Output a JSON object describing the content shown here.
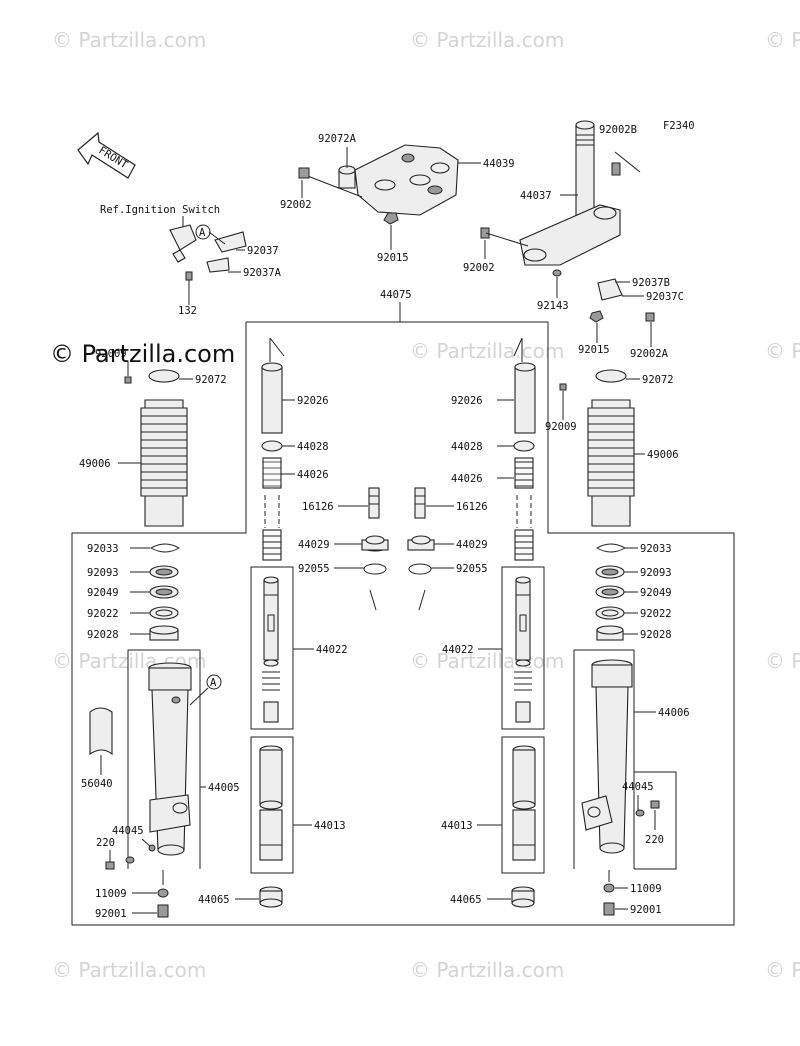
{
  "diagram_code": "F2340",
  "front_label": "FRONT",
  "ref_text": "Ref.Ignition Switch",
  "callout_letter": "A",
  "watermark": "© Partzilla.com",
  "colors": {
    "line": "#222222",
    "watermark": "#d4d4d4",
    "part_fill": "#eeeeee",
    "part_dark": "#9a9a9a"
  },
  "parts": {
    "p92072A": "92072A",
    "p44039": "44039",
    "p92002_top": "92002",
    "p92015_top": "92015",
    "p92002B": "92002B",
    "p44037": "44037",
    "p92002_right": "92002",
    "p92037B": "92037B",
    "p92037C": "92037C",
    "p92143": "92143",
    "p92015_right": "92015",
    "p92002A": "92002A",
    "p92037": "92037",
    "p92037A": "92037A",
    "p132": "132",
    "p44075": "44075",
    "p92009_l": "92009",
    "p92072_l": "92072",
    "p49006_l": "49006",
    "p92009_r": "92009",
    "p92072_r": "92072",
    "p49006_r": "49006",
    "p92026_l": "92026",
    "p44028_l": "44028",
    "p44026_l": "44026",
    "p92026_r": "92026",
    "p44028_r": "44028",
    "p44026_r": "44026",
    "p16126_l": "16126",
    "p16126_r": "16126",
    "p44029_l": "44029",
    "p44029_r": "44029",
    "p92055_l": "92055",
    "p92055_r": "92055",
    "p92033_l": "92033",
    "p92093_l": "92093",
    "p92049_l": "92049",
    "p92022_l": "92022",
    "p92028_l": "92028",
    "p92033_r": "92033",
    "p92093_r": "92093",
    "p92049_r": "92049",
    "p92022_r": "92022",
    "p92028_r": "92028",
    "p44022_l": "44022",
    "p44022_r": "44022",
    "p56040": "56040",
    "p44005": "44005",
    "p44045_l": "44045",
    "p220_l": "220",
    "p44006": "44006",
    "p44045_r": "44045",
    "p220_r": "220",
    "p44013_l": "44013",
    "p44013_r": "44013",
    "p44065_l": "44065",
    "p44065_r": "44065",
    "p11009_l": "11009",
    "p11009_r": "11009",
    "p92001_l": "92001",
    "p92001_r": "92001"
  }
}
